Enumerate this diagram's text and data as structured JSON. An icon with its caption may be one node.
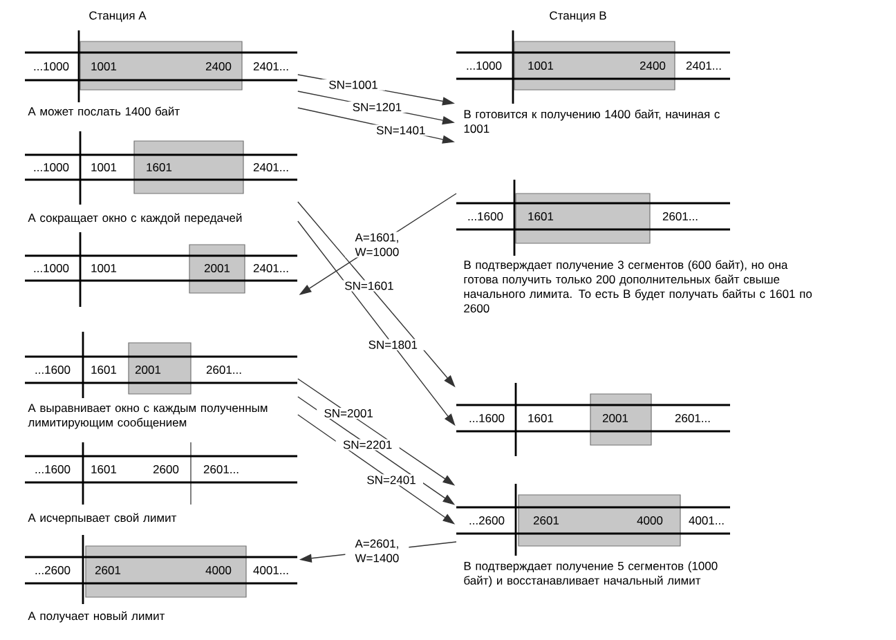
{
  "diagram": {
    "nodes": [
      {
        "text": [
          "...1000",
          "1001",
          "2400",
          "2401...",
          "А может послать 1400 байт"
        ]
      },
      {
        "text": [
          "...1000",
          "1001",
          "1601",
          "2401...",
          "А сокращает окно с каждой передачей"
        ]
      },
      {
        "text": [
          "...1000",
          "1001",
          "2001",
          "2401..."
        ]
      },
      {
        "text": [
          "...1600",
          "1601",
          "2001",
          "2601...",
          "А выравнивает окно с каждым полученным лимитирующим сообщением"
        ]
      },
      {
        "text": [
          "...1600",
          "1601",
          "2600",
          "2601...",
          "А исчерпывает свой лимит"
        ]
      },
      {
        "text": [
          "...2600",
          "2601",
          "4000",
          "4001...",
          "А получает новый лимит"
        ]
      },
      {
        "text": [
          "...1000",
          "1001",
          "2400",
          "2401...",
          "В готовится к получению 1400 байт, начиная с 1001"
        ]
      },
      {
        "text": [
          "...1600",
          "1601",
          "2601...",
          "В подтверждает получение 3 сегментов (600 байт), но она готова получить только 200 дополнительных байт свыше начального лимита. То есть В будет получать байты с 1601 по 2600"
        ]
      },
      {
        "text": [
          "...1600",
          "1601",
          "2001",
          "2601..."
        ]
      },
      {
        "text": [
          "...2600",
          "2601",
          "4000",
          "4001...",
          "В подтверждает получение 5 сегментов (1000 байт) и восстанавливает начальный лимит"
        ]
      }
    ],
    "edges": [
      {
        "from": 0,
        "to": 6,
        "arrow": "to",
        "label": "SN=1001"
      },
      {
        "from": 0,
        "to": 6,
        "arrow": "to",
        "label": "SN=1201"
      },
      {
        "from": 0,
        "to": 6,
        "arrow": "to",
        "label": "SN=1401"
      },
      {
        "from": 7,
        "to": 2,
        "arrow": "to",
        "label": "A=1601, W=1000"
      },
      {
        "from": 1,
        "to": 8,
        "arrow": "to",
        "label": "SN=1601"
      },
      {
        "from": 1,
        "to": 8,
        "arrow": "to",
        "label": "SN=1801"
      },
      {
        "from": 3,
        "to": 9,
        "arrow": "to",
        "label": "SN=2001"
      },
      {
        "from": 3,
        "to": 9,
        "arrow": "to",
        "label": "SN=2201"
      },
      {
        "from": 3,
        "to": 9,
        "arrow": "to",
        "label": "SN=2401"
      },
      {
        "from": 9,
        "to": 5,
        "arrow": "to",
        "label": "A=2601, W=1400"
      }
    ],
    "labels": [
      "Станция А",
      "Станция В"
    ]
  }
}
